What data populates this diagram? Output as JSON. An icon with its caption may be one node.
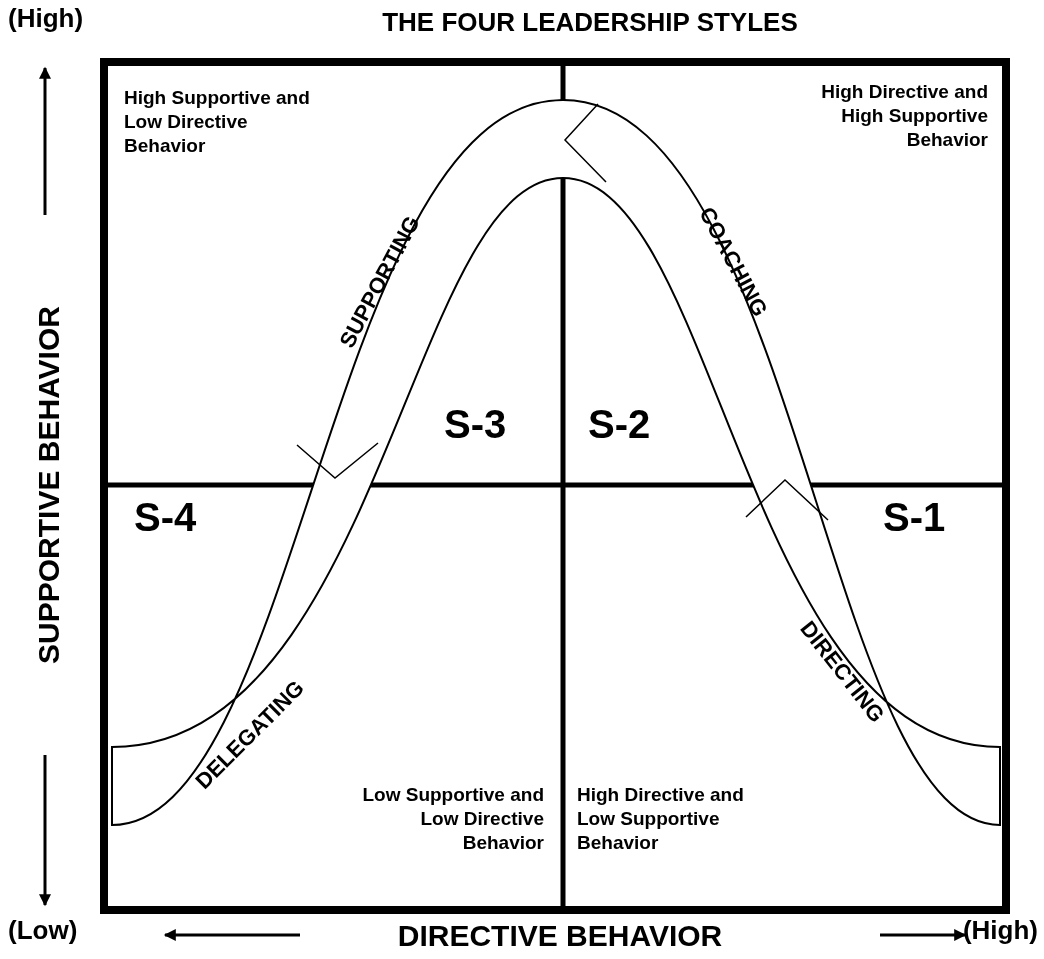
{
  "diagram": {
    "title": "THE FOUR LEADERSHIP STYLES",
    "nodes": [
      {
        "text": [
          "High Supportive and Low Directive Behavior",
          "S-3"
        ]
      },
      {
        "text": [
          "High Directive and High Supportive Behavior",
          "S-2"
        ]
      },
      {
        "text": [
          "Low Supportive and Low Directive Behavior",
          "S-4"
        ]
      },
      {
        "text": [
          "High Directive and Low Supportive Behavior",
          "S-1"
        ]
      }
    ],
    "labels": [
      "(High)",
      "SUPPORTIVE BEHAVIOR",
      "SUPPORTING",
      "COACHING",
      "DELEGATING",
      "DIRECTING",
      "(Low)",
      "DIRECTIVE BEHAVIOR",
      "(High)"
    ]
  }
}
